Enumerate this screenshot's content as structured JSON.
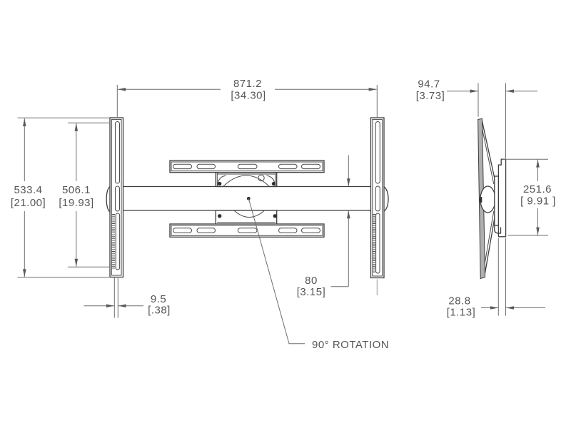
{
  "drawing": {
    "annotation": {
      "rotation_label": "90° ROTATION"
    },
    "dimensions": {
      "overall_width": {
        "mm": "871.2",
        "inches": "[34.30]"
      },
      "overall_height": {
        "mm": "533.4",
        "inches": "[21.00]"
      },
      "slot_span": {
        "mm": "506.1",
        "inches": "[19.93]"
      },
      "rail_thickness": {
        "mm": "9.5",
        "inches": "[.38]"
      },
      "arm_height": {
        "mm": "80",
        "inches": "[3.15]"
      },
      "mount_depth": {
        "mm": "94.7",
        "inches": "[3.73]"
      },
      "wall_plate_height": {
        "mm": "251.6",
        "inches": "[ 9.91 ]"
      },
      "wall_plate_depth": {
        "mm": "28.8",
        "inches": "[1.13]"
      }
    },
    "colors": {
      "part_line": "#3d3d3d",
      "dim_line": "#6e6e6e",
      "text": "#565656",
      "background": "#ffffff"
    }
  }
}
